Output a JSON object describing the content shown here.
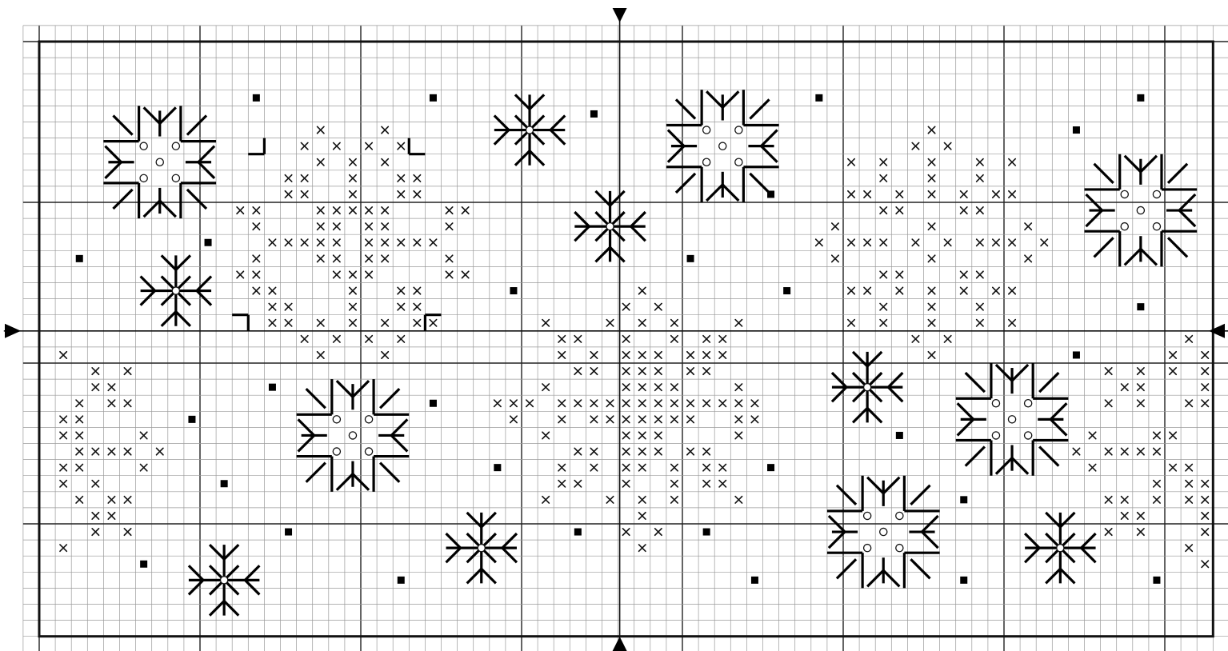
{
  "pattern": {
    "cols": 73,
    "rows": 37,
    "major_grid_every": 10,
    "colors": {
      "grid_minor": "#9a9a9a",
      "grid_major": "#222222",
      "border": "#111111",
      "stitch": "#111111",
      "background": "#ffffff"
    },
    "legend_symbols": [
      "cross-stitch",
      "french-knot",
      "filled-square-bead",
      "backstitch"
    ]
  },
  "stitches": {
    "x_cells": [
      [
        17,
        5
      ],
      [
        21,
        5
      ],
      [
        16,
        6
      ],
      [
        18,
        6
      ],
      [
        20,
        6
      ],
      [
        22,
        6
      ],
      [
        17,
        7
      ],
      [
        19,
        7
      ],
      [
        21,
        7
      ],
      [
        15,
        8
      ],
      [
        16,
        8
      ],
      [
        19,
        8
      ],
      [
        22,
        8
      ],
      [
        23,
        8
      ],
      [
        15,
        9
      ],
      [
        16,
        9
      ],
      [
        19,
        9
      ],
      [
        22,
        9
      ],
      [
        23,
        9
      ],
      [
        12,
        10
      ],
      [
        13,
        10
      ],
      [
        17,
        10
      ],
      [
        18,
        10
      ],
      [
        19,
        10
      ],
      [
        20,
        10
      ],
      [
        21,
        10
      ],
      [
        25,
        10
      ],
      [
        26,
        10
      ],
      [
        13,
        11
      ],
      [
        17,
        11
      ],
      [
        18,
        11
      ],
      [
        20,
        11
      ],
      [
        21,
        11
      ],
      [
        25,
        11
      ],
      [
        14,
        12
      ],
      [
        15,
        12
      ],
      [
        16,
        12
      ],
      [
        17,
        12
      ],
      [
        18,
        12
      ],
      [
        20,
        12
      ],
      [
        21,
        12
      ],
      [
        22,
        12
      ],
      [
        23,
        12
      ],
      [
        24,
        12
      ],
      [
        13,
        13
      ],
      [
        17,
        13
      ],
      [
        18,
        13
      ],
      [
        20,
        13
      ],
      [
        21,
        13
      ],
      [
        25,
        13
      ],
      [
        12,
        14
      ],
      [
        13,
        14
      ],
      [
        18,
        14
      ],
      [
        19,
        14
      ],
      [
        20,
        14
      ],
      [
        25,
        14
      ],
      [
        26,
        14
      ],
      [
        13,
        15
      ],
      [
        14,
        15
      ],
      [
        19,
        15
      ],
      [
        22,
        15
      ],
      [
        23,
        15
      ],
      [
        14,
        16
      ],
      [
        15,
        16
      ],
      [
        19,
        16
      ],
      [
        22,
        16
      ],
      [
        23,
        16
      ],
      [
        14,
        17
      ],
      [
        15,
        17
      ],
      [
        17,
        17
      ],
      [
        19,
        17
      ],
      [
        21,
        17
      ],
      [
        23,
        17
      ],
      [
        24,
        17
      ],
      [
        16,
        18
      ],
      [
        18,
        18
      ],
      [
        20,
        18
      ],
      [
        22,
        18
      ],
      [
        17,
        19
      ],
      [
        21,
        19
      ],
      [
        55,
        5
      ],
      [
        54,
        6
      ],
      [
        56,
        6
      ],
      [
        50,
        7
      ],
      [
        52,
        7
      ],
      [
        55,
        7
      ],
      [
        58,
        7
      ],
      [
        60,
        7
      ],
      [
        52,
        8
      ],
      [
        55,
        8
      ],
      [
        58,
        8
      ],
      [
        50,
        9
      ],
      [
        51,
        9
      ],
      [
        53,
        9
      ],
      [
        55,
        9
      ],
      [
        57,
        9
      ],
      [
        59,
        9
      ],
      [
        60,
        9
      ],
      [
        52,
        10
      ],
      [
        53,
        10
      ],
      [
        57,
        10
      ],
      [
        58,
        10
      ],
      [
        49,
        11
      ],
      [
        55,
        11
      ],
      [
        61,
        11
      ],
      [
        48,
        12
      ],
      [
        50,
        12
      ],
      [
        51,
        12
      ],
      [
        52,
        12
      ],
      [
        54,
        12
      ],
      [
        56,
        12
      ],
      [
        58,
        12
      ],
      [
        59,
        12
      ],
      [
        60,
        12
      ],
      [
        62,
        12
      ],
      [
        49,
        13
      ],
      [
        55,
        13
      ],
      [
        61,
        13
      ],
      [
        52,
        14
      ],
      [
        53,
        14
      ],
      [
        57,
        14
      ],
      [
        58,
        14
      ],
      [
        50,
        15
      ],
      [
        51,
        15
      ],
      [
        53,
        15
      ],
      [
        55,
        15
      ],
      [
        57,
        15
      ],
      [
        59,
        15
      ],
      [
        60,
        15
      ],
      [
        52,
        16
      ],
      [
        55,
        16
      ],
      [
        58,
        16
      ],
      [
        50,
        17
      ],
      [
        52,
        17
      ],
      [
        55,
        17
      ],
      [
        58,
        17
      ],
      [
        60,
        17
      ],
      [
        54,
        18
      ],
      [
        56,
        18
      ],
      [
        55,
        19
      ],
      [
        37,
        15
      ],
      [
        36,
        16
      ],
      [
        38,
        16
      ],
      [
        31,
        17
      ],
      [
        35,
        17
      ],
      [
        37,
        17
      ],
      [
        39,
        17
      ],
      [
        43,
        17
      ],
      [
        32,
        18
      ],
      [
        33,
        18
      ],
      [
        36,
        18
      ],
      [
        39,
        18
      ],
      [
        41,
        18
      ],
      [
        42,
        18
      ],
      [
        32,
        19
      ],
      [
        34,
        19
      ],
      [
        36,
        19
      ],
      [
        37,
        19
      ],
      [
        38,
        19
      ],
      [
        40,
        19
      ],
      [
        41,
        19
      ],
      [
        42,
        19
      ],
      [
        33,
        20
      ],
      [
        34,
        20
      ],
      [
        36,
        20
      ],
      [
        37,
        20
      ],
      [
        38,
        20
      ],
      [
        40,
        20
      ],
      [
        41,
        20
      ],
      [
        31,
        21
      ],
      [
        36,
        21
      ],
      [
        37,
        21
      ],
      [
        38,
        21
      ],
      [
        39,
        21
      ],
      [
        43,
        21
      ],
      [
        28,
        22
      ],
      [
        29,
        22
      ],
      [
        30,
        22
      ],
      [
        32,
        22
      ],
      [
        33,
        22
      ],
      [
        34,
        22
      ],
      [
        35,
        22
      ],
      [
        36,
        22
      ],
      [
        37,
        22
      ],
      [
        38,
        22
      ],
      [
        39,
        22
      ],
      [
        40,
        22
      ],
      [
        41,
        22
      ],
      [
        42,
        22
      ],
      [
        43,
        22
      ],
      [
        44,
        22
      ],
      [
        29,
        23
      ],
      [
        32,
        23
      ],
      [
        34,
        23
      ],
      [
        35,
        23
      ],
      [
        36,
        23
      ],
      [
        37,
        23
      ],
      [
        38,
        23
      ],
      [
        39,
        23
      ],
      [
        40,
        23
      ],
      [
        43,
        23
      ],
      [
        44,
        23
      ],
      [
        31,
        24
      ],
      [
        36,
        24
      ],
      [
        37,
        24
      ],
      [
        38,
        24
      ],
      [
        43,
        24
      ],
      [
        33,
        25
      ],
      [
        34,
        25
      ],
      [
        36,
        25
      ],
      [
        37,
        25
      ],
      [
        38,
        25
      ],
      [
        40,
        25
      ],
      [
        41,
        25
      ],
      [
        32,
        26
      ],
      [
        34,
        26
      ],
      [
        36,
        26
      ],
      [
        37,
        26
      ],
      [
        39,
        26
      ],
      [
        41,
        26
      ],
      [
        42,
        26
      ],
      [
        32,
        27
      ],
      [
        33,
        27
      ],
      [
        36,
        27
      ],
      [
        39,
        27
      ],
      [
        41,
        27
      ],
      [
        42,
        27
      ],
      [
        31,
        28
      ],
      [
        35,
        28
      ],
      [
        37,
        28
      ],
      [
        39,
        28
      ],
      [
        43,
        28
      ],
      [
        37,
        29
      ],
      [
        36,
        30
      ],
      [
        38,
        30
      ],
      [
        37,
        31
      ],
      [
        1,
        19
      ],
      [
        3,
        20
      ],
      [
        5,
        20
      ],
      [
        3,
        21
      ],
      [
        4,
        21
      ],
      [
        2,
        22
      ],
      [
        4,
        22
      ],
      [
        5,
        22
      ],
      [
        1,
        23
      ],
      [
        2,
        23
      ],
      [
        1,
        24
      ],
      [
        2,
        24
      ],
      [
        6,
        24
      ],
      [
        2,
        25
      ],
      [
        3,
        25
      ],
      [
        4,
        25
      ],
      [
        5,
        25
      ],
      [
        7,
        25
      ],
      [
        1,
        26
      ],
      [
        2,
        26
      ],
      [
        6,
        26
      ],
      [
        1,
        27
      ],
      [
        3,
        27
      ],
      [
        2,
        28
      ],
      [
        4,
        28
      ],
      [
        5,
        28
      ],
      [
        3,
        29
      ],
      [
        4,
        29
      ],
      [
        3,
        30
      ],
      [
        5,
        30
      ],
      [
        1,
        31
      ],
      [
        71,
        18
      ],
      [
        70,
        19
      ],
      [
        72,
        19
      ],
      [
        66,
        20
      ],
      [
        68,
        20
      ],
      [
        70,
        20
      ],
      [
        72,
        20
      ],
      [
        67,
        21
      ],
      [
        68,
        21
      ],
      [
        72,
        21
      ],
      [
        66,
        22
      ],
      [
        68,
        22
      ],
      [
        71,
        22
      ],
      [
        72,
        22
      ],
      [
        65,
        24
      ],
      [
        69,
        24
      ],
      [
        70,
        24
      ],
      [
        64,
        25
      ],
      [
        66,
        25
      ],
      [
        67,
        25
      ],
      [
        68,
        25
      ],
      [
        69,
        25
      ],
      [
        65,
        26
      ],
      [
        70,
        26
      ],
      [
        71,
        26
      ],
      [
        69,
        27
      ],
      [
        71,
        27
      ],
      [
        72,
        27
      ],
      [
        66,
        28
      ],
      [
        67,
        28
      ],
      [
        69,
        28
      ],
      [
        71,
        28
      ],
      [
        72,
        28
      ],
      [
        67,
        29
      ],
      [
        68,
        29
      ],
      [
        72,
        29
      ],
      [
        66,
        30
      ],
      [
        68,
        30
      ],
      [
        72,
        30
      ],
      [
        71,
        31
      ],
      [
        72,
        32
      ]
    ],
    "bead_cells": [
      [
        13,
        3
      ],
      [
        24,
        3
      ],
      [
        34,
        4
      ],
      [
        48,
        3
      ],
      [
        68,
        3
      ],
      [
        64,
        5
      ],
      [
        45,
        9
      ],
      [
        10,
        12
      ],
      [
        2,
        13
      ],
      [
        40,
        13
      ],
      [
        29,
        15
      ],
      [
        46,
        15
      ],
      [
        68,
        16
      ],
      [
        64,
        19
      ],
      [
        14,
        21
      ],
      [
        24,
        22
      ],
      [
        9,
        23
      ],
      [
        53,
        24
      ],
      [
        28,
        26
      ],
      [
        45,
        26
      ],
      [
        11,
        27
      ],
      [
        57,
        28
      ],
      [
        15,
        30
      ],
      [
        33,
        30
      ],
      [
        41,
        30
      ],
      [
        6,
        32
      ],
      [
        22,
        33
      ],
      [
        44,
        33
      ],
      [
        57,
        33
      ],
      [
        69,
        33
      ]
    ],
    "large_flakes": [
      [
        7,
        7
      ],
      [
        19,
        24
      ],
      [
        42,
        6
      ],
      [
        68,
        10
      ],
      [
        52,
        30
      ],
      [
        60,
        23
      ]
    ],
    "small_flakes": [
      [
        8,
        15
      ],
      [
        30,
        5
      ],
      [
        35,
        11
      ],
      [
        11,
        33
      ],
      [
        27,
        31
      ],
      [
        51,
        21
      ],
      [
        63,
        31
      ]
    ]
  }
}
